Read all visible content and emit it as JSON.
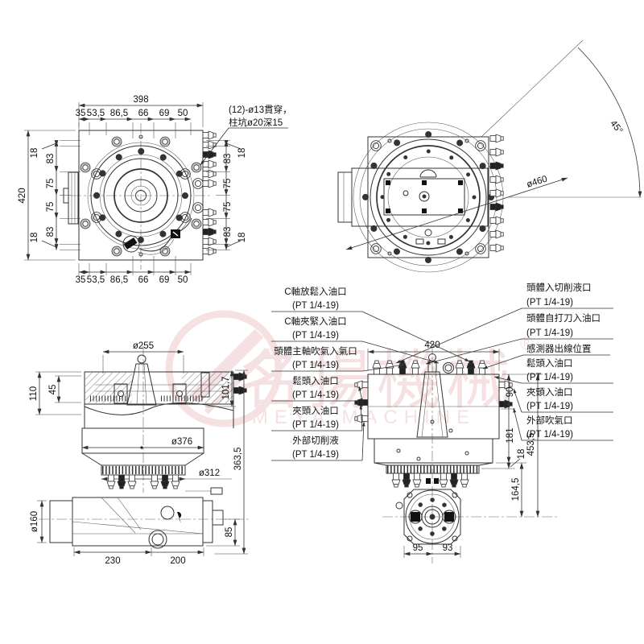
{
  "watermark": {
    "cjk": "名揚機械",
    "reg": "®",
    "latin": "MEYA MACHINE"
  },
  "plan": {
    "total_width": "398",
    "total_height": "420",
    "h_dims": [
      "35",
      "53,5",
      "86,5",
      "66",
      "69",
      "50"
    ],
    "v_dims": [
      "18",
      "83",
      "75",
      "75",
      "83",
      "18"
    ],
    "note_line1": "(12)-ø13貫穿，",
    "note_line2": "柱坑ø20深15"
  },
  "front_circ": {
    "swing_dia": "ø460",
    "swivel_angle": "45°"
  },
  "side": {
    "d255": "ø255",
    "v110": "110",
    "v45": "45",
    "v101_7": "101,7",
    "d376": "ø376",
    "d312": "ø312",
    "v363_5": "363,5",
    "d160": "ø160",
    "v85": "85",
    "b230": "230",
    "b200": "200"
  },
  "front": {
    "w420": "420",
    "v90": "90",
    "v181": "181",
    "v18": "18",
    "v453_5": "453,5",
    "v164_5": "164,5",
    "b95": "95",
    "b93": "93",
    "left_ports": [
      {
        "name": "C軸放鬆入油口",
        "spec": "(PT 1/4-19)"
      },
      {
        "name": "C軸夾緊入油口",
        "spec": "(PT 1/4-19)"
      },
      {
        "name": "頭體主軸吹氣入氣口",
        "spec": "(PT 1/4-19)"
      },
      {
        "name": "鬆頭入油口",
        "spec": "(PT 1/4-19)"
      },
      {
        "name": "夾頭入油口",
        "spec": "(PT 1/4-19)"
      },
      {
        "name": "外部切削液",
        "spec": "(PT 1/4-19)"
      }
    ],
    "right_ports": [
      {
        "name": "頭體入切削液口",
        "spec": "(PT 1/4-19)"
      },
      {
        "name": "頭體自打刀入油口",
        "spec": "(PT 1/4-19)"
      },
      {
        "name": "感測器出線位置",
        "spec": ""
      },
      {
        "name": "鬆頭入油口",
        "spec": "(PT 1/4-19)"
      },
      {
        "name": "夾頭入油口",
        "spec": "(PT 1/4-19)"
      },
      {
        "name": "外部吹氣口",
        "spec": "(PT 1/4-19)"
      }
    ]
  }
}
